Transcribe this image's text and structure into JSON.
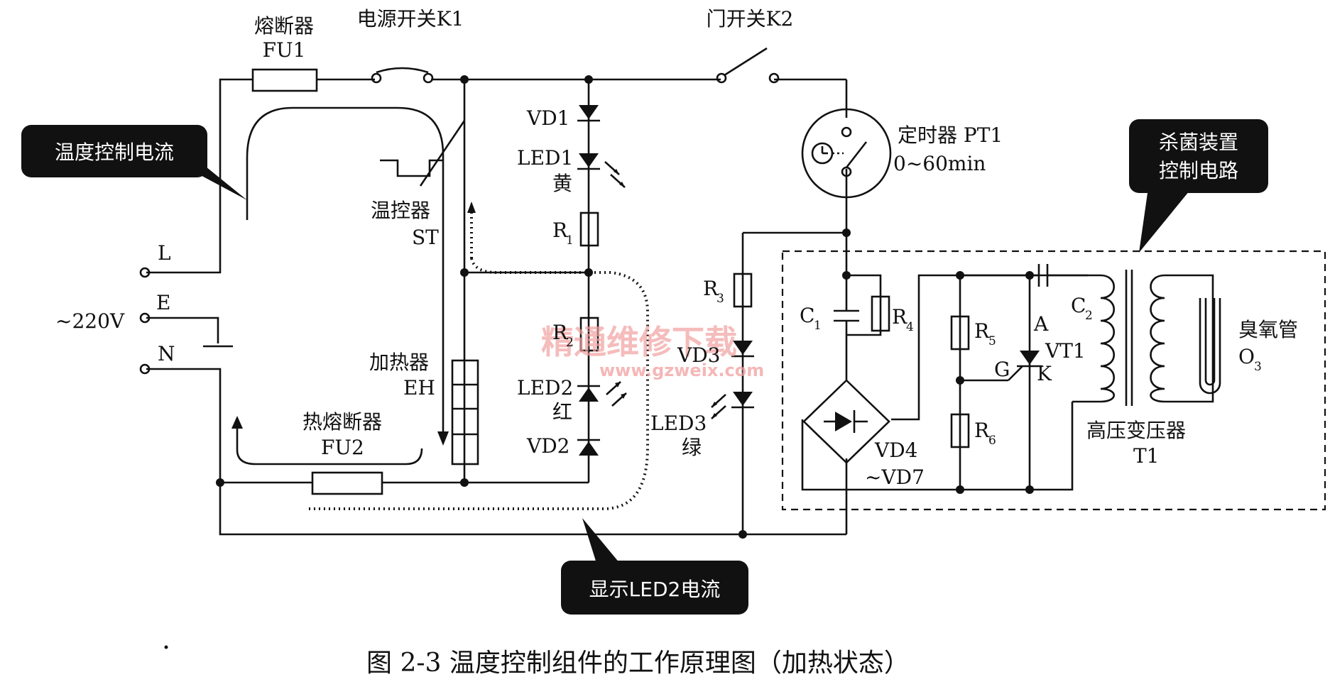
{
  "labels": {
    "fu1_name": "熔断器",
    "fu1_code": "FU1",
    "k1": "电源开关K1",
    "k2": "门开关K2",
    "vd1": "VD1",
    "led1": "LED1",
    "led1_color": "黄",
    "r1": "R",
    "r1_sub": "1",
    "st_name": "温控器",
    "st_code": "ST",
    "r2": "R",
    "r2_sub": "2",
    "eh_name": "加热器",
    "eh_code": "EH",
    "led2": "LED2",
    "led2_color": "红",
    "vd2": "VD2",
    "fu2_name": "热熔断器",
    "fu2_code": "FU2",
    "l": "L",
    "e": "E",
    "n": "N",
    "v220": "~220V",
    "pt1_name": "定时器 PT1",
    "pt1_range": "0~60min",
    "r3": "R",
    "r3_sub": "3",
    "vd3": "VD3",
    "led3": "LED3",
    "led3_color": "绿",
    "c1": "C",
    "c1_sub": "1",
    "r4": "R",
    "r4_sub": "4",
    "vd4": "VD4",
    "vd7": "~VD7",
    "r5": "R",
    "r5_sub": "5",
    "r6": "R",
    "r6_sub": "6",
    "a": "A",
    "g": "G",
    "k": "K",
    "vt1": "VT1",
    "c2": "C",
    "c2_sub": "2",
    "t1_name": "高压变压器",
    "t1_code": "T1",
    "o3_name": "臭氧管",
    "o3_code": "O",
    "o3_sub": "3"
  },
  "callouts": {
    "temp_current": "温度控制电流",
    "sterilizer_line1": "杀菌装置",
    "sterilizer_line2": "控制电路",
    "led2_current": "显示LED2电流"
  },
  "watermark": {
    "main": "精通维修下载",
    "url": "www.gzweix.com"
  },
  "caption": "图 2-3   温度控制组件的工作原理图（加热状态）"
}
